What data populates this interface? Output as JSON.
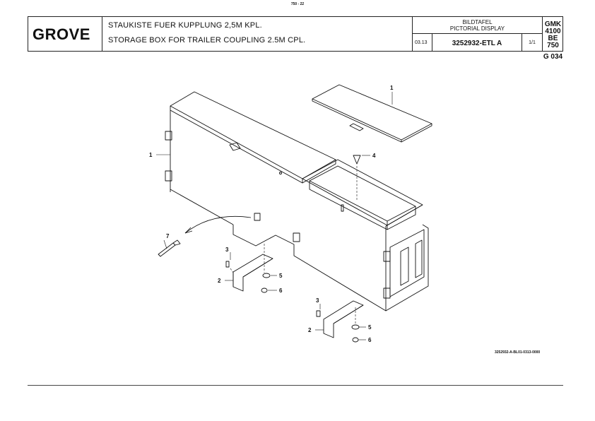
{
  "page_code": "750 - 22",
  "header": {
    "logo": "GROVE",
    "title_de": "STAUKISTE FUER KUPPLUNG 2,5M KPL.",
    "title_en": "STORAGE BOX FOR TRAILER COUPLING 2.5M CPL.",
    "display_de": "BILDTAFEL",
    "display_en": "PICTORIAL DISPLAY",
    "date": "03.13",
    "part_number": "3252932-ETL A",
    "sheet": "1/1",
    "machine_model": "GMK 4100",
    "machine_sub": "BE 750",
    "group": "G 034"
  },
  "callouts": {
    "c1_lid": "1",
    "c1_box": "1",
    "c2_a": "2",
    "c2_b": "2",
    "c3_a": "3",
    "c3_b": "3",
    "c4": "4",
    "c5_a": "5",
    "c5_b": "5",
    "c6_a": "6",
    "c6_b": "6",
    "c7": "7"
  },
  "drawing_ref": "3252932-A-BL01-0313-0000"
}
